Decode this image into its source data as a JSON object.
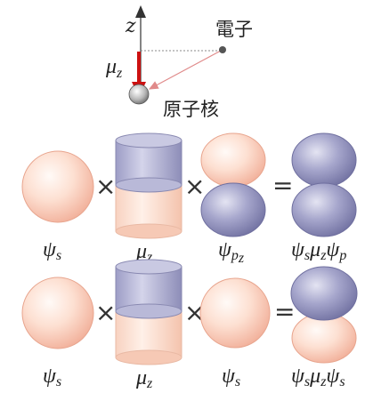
{
  "top": {
    "axis_label": "z",
    "mu_label": "μ",
    "mu_sub": "z",
    "electron_label": "電子",
    "nucleus_label": "原子核"
  },
  "operators": {
    "times": "×",
    "equals": "="
  },
  "row1": {
    "label_psi_s": "ψ",
    "label_psi_s_sub": "s",
    "label_mu": "μ",
    "label_mu_sub": "z",
    "label_psi_p": "ψ",
    "label_psi_p_sub": "p",
    "label_psi_p_subsub": "z",
    "product_psi1": "ψ",
    "product_psi1_sub": "s",
    "product_mu": "μ",
    "product_mu_sub": "z",
    "product_psi2": "ψ",
    "product_psi2_sub": "p"
  },
  "row2": {
    "label_psi_s": "ψ",
    "label_psi_s_sub": "s",
    "label_mu": "μ",
    "label_mu_sub": "z",
    "label_psi_s2": "ψ",
    "label_psi_s2_sub": "s",
    "product_psi1": "ψ",
    "product_psi1_sub": "s",
    "product_mu": "μ",
    "product_mu_sub": "z",
    "product_psi2": "ψ",
    "product_psi2_sub": "s"
  },
  "colors": {
    "pink": "#f7c8b4",
    "pink_light": "#fde3d6",
    "blue": "#8f8fb8",
    "blue_light": "#c3c3dd",
    "arrow_red": "#cc1111",
    "dotted_red": "#d66a6a"
  }
}
